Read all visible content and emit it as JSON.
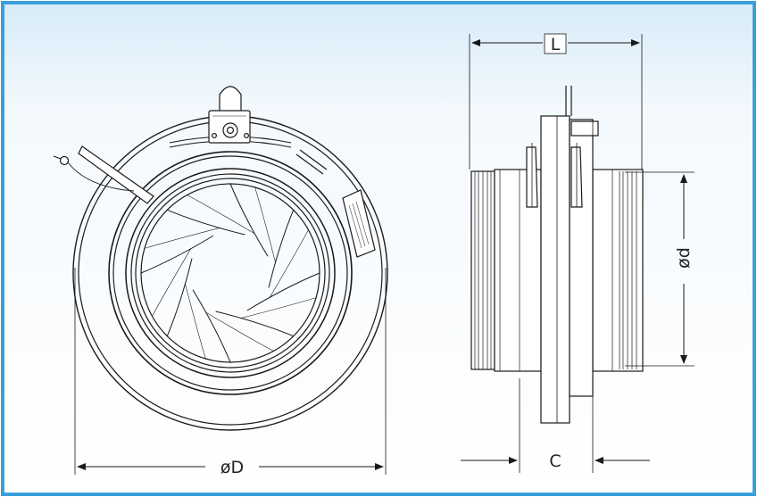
{
  "labels": {
    "outer_diameter": "øD",
    "length": "L",
    "inner_diameter": "ød",
    "flange_width": "C"
  },
  "plate_text": "",
  "colors": {
    "frame_border": "#3aa0dc",
    "header_gradient": "#e3f1fb",
    "line": "#1a1a1a"
  }
}
